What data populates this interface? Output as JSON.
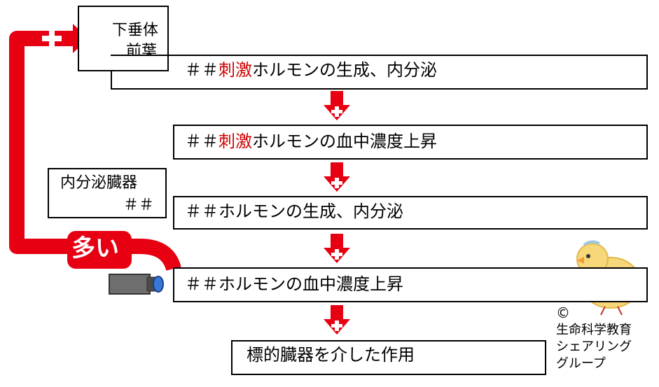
{
  "pituitary": {
    "line1": "下垂体",
    "line2": "前葉"
  },
  "organ": {
    "line1": "内分泌臓器",
    "line2": "＃＃"
  },
  "steps": {
    "s1": {
      "prefix": "＃＃",
      "red": "刺激",
      "rest": "ホルモンの生成、内分泌"
    },
    "s2": {
      "prefix": "＃＃",
      "red": "刺激",
      "rest": "ホルモンの血中濃度上昇"
    },
    "s3": {
      "text": "＃＃ホルモンの生成、内分泌"
    },
    "s4": {
      "text": "＃＃ホルモンの血中濃度上昇"
    },
    "s5": {
      "text": "標的臓器を介した作用"
    }
  },
  "feedback": {
    "label": "多い",
    "sign": "+"
  },
  "arrow_sign": "+",
  "credit": {
    "symbol": "©",
    "line1": "生命科学教育",
    "line2": "シェアリング",
    "line3": "グループ"
  },
  "colors": {
    "accent": "#e60012",
    "text_red": "#d00000"
  }
}
